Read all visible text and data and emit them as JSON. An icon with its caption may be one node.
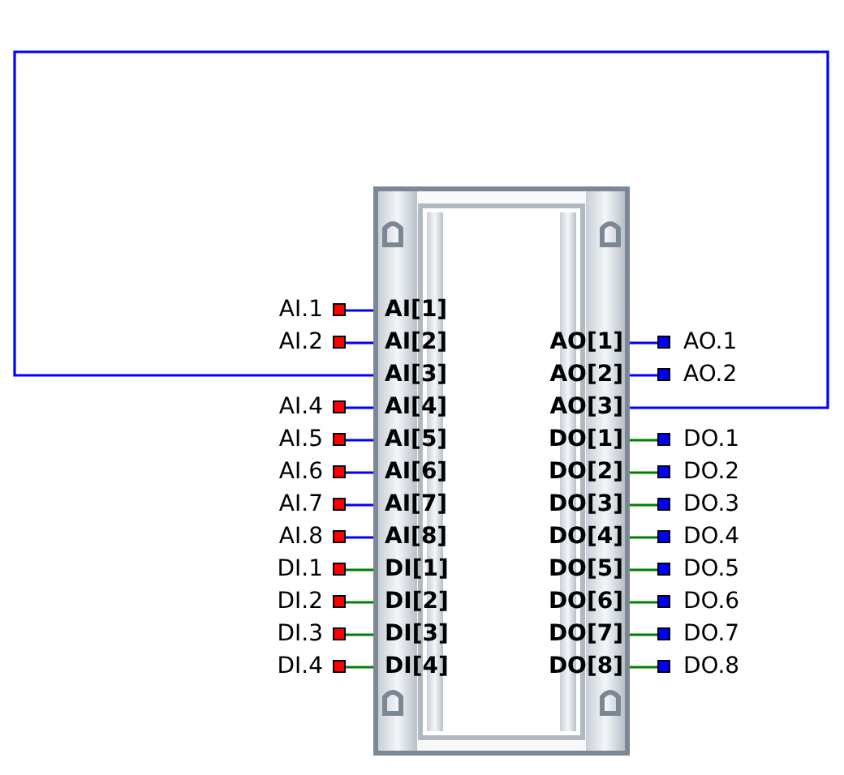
{
  "diagram": {
    "nodes": [
      {
        "text": [],
        "shape": "box"
      },
      {
        "text": [
          "AI[1]"
        ],
        "in": 0
      },
      {
        "text": [
          "AI[2]"
        ],
        "in": 0
      },
      {
        "text": [
          "AI[3]"
        ],
        "in": 0
      },
      {
        "text": [
          "AI[4]"
        ],
        "in": 0
      },
      {
        "text": [
          "AI[5]"
        ],
        "in": 0
      },
      {
        "text": [
          "AI[6]"
        ],
        "in": 0
      },
      {
        "text": [
          "AI[7]"
        ],
        "in": 0
      },
      {
        "text": [
          "AI[8]"
        ],
        "in": 0
      },
      {
        "text": [
          "DI[1]"
        ],
        "in": 0
      },
      {
        "text": [
          "DI[2]"
        ],
        "in": 0
      },
      {
        "text": [
          "DI[3]"
        ],
        "in": 0
      },
      {
        "text": [
          "DI[4]"
        ],
        "in": 0
      },
      {
        "text": [
          "AO[1]"
        ],
        "in": 0
      },
      {
        "text": [
          "AO[2]"
        ],
        "in": 0
      },
      {
        "text": [
          "AO[3]"
        ],
        "in": 0
      },
      {
        "text": [
          "DO[1]"
        ],
        "in": 0
      },
      {
        "text": [
          "DO[2]"
        ],
        "in": 0
      },
      {
        "text": [
          "DO[3]"
        ],
        "in": 0
      },
      {
        "text": [
          "DO[4]"
        ],
        "in": 0
      },
      {
        "text": [
          "DO[5]"
        ],
        "in": 0
      },
      {
        "text": [
          "DO[6]"
        ],
        "in": 0
      },
      {
        "text": [
          "DO[7]"
        ],
        "in": 0
      },
      {
        "text": [
          "DO[8]"
        ],
        "in": 0
      },
      {
        "text": [
          "AI.1"
        ]
      },
      {
        "text": [
          "AI.2"
        ]
      },
      {
        "text": [
          "AI.4"
        ]
      },
      {
        "text": [
          "AI.5"
        ]
      },
      {
        "text": [
          "AI.6"
        ]
      },
      {
        "text": [
          "AI.7"
        ]
      },
      {
        "text": [
          "AI.8"
        ]
      },
      {
        "text": [
          "DI.1"
        ]
      },
      {
        "text": [
          "DI.2"
        ]
      },
      {
        "text": [
          "DI.3"
        ]
      },
      {
        "text": [
          "DI.4"
        ]
      },
      {
        "text": [
          "AO.1"
        ]
      },
      {
        "text": [
          "AO.2"
        ]
      },
      {
        "text": [
          "DO.1"
        ]
      },
      {
        "text": [
          "DO.2"
        ]
      },
      {
        "text": [
          "DO.3"
        ]
      },
      {
        "text": [
          "DO.4"
        ]
      },
      {
        "text": [
          "DO.5"
        ]
      },
      {
        "text": [
          "DO.6"
        ]
      },
      {
        "text": [
          "DO.7"
        ]
      },
      {
        "text": [
          "DO.8"
        ]
      }
    ],
    "edges": [
      {
        "from": 24,
        "to": 1,
        "arrow": "none",
        "color": "#0000ff"
      },
      {
        "from": 25,
        "to": 2,
        "arrow": "none",
        "color": "#0000ff"
      },
      {
        "from": 15,
        "to": 3,
        "arrow": "none",
        "color": "#0000ff"
      },
      {
        "from": 26,
        "to": 4,
        "arrow": "none",
        "color": "#0000ff"
      },
      {
        "from": 27,
        "to": 5,
        "arrow": "none",
        "color": "#0000ff"
      },
      {
        "from": 28,
        "to": 6,
        "arrow": "none",
        "color": "#0000ff"
      },
      {
        "from": 29,
        "to": 7,
        "arrow": "none",
        "color": "#0000ff"
      },
      {
        "from": 30,
        "to": 8,
        "arrow": "none",
        "color": "#0000ff"
      },
      {
        "from": 31,
        "to": 9,
        "arrow": "none"
      },
      {
        "from": 32,
        "to": 10,
        "arrow": "none"
      },
      {
        "from": 33,
        "to": 11,
        "arrow": "none"
      },
      {
        "from": 34,
        "to": 12,
        "arrow": "none"
      },
      {
        "from": 13,
        "to": 35,
        "arrow": "none",
        "color": "#0000ff"
      },
      {
        "from": 14,
        "to": 36,
        "arrow": "none",
        "color": "#0000ff"
      },
      {
        "from": 16,
        "to": 37,
        "arrow": "none"
      },
      {
        "from": 17,
        "to": 38,
        "arrow": "none"
      },
      {
        "from": 18,
        "to": 39,
        "arrow": "none"
      },
      {
        "from": 19,
        "to": 40,
        "arrow": "none"
      },
      {
        "from": 20,
        "to": 41,
        "arrow": "none"
      },
      {
        "from": 21,
        "to": 42,
        "arrow": "none"
      },
      {
        "from": 22,
        "to": 43,
        "arrow": "none"
      },
      {
        "from": 23,
        "to": 44,
        "arrow": "none"
      }
    ]
  }
}
